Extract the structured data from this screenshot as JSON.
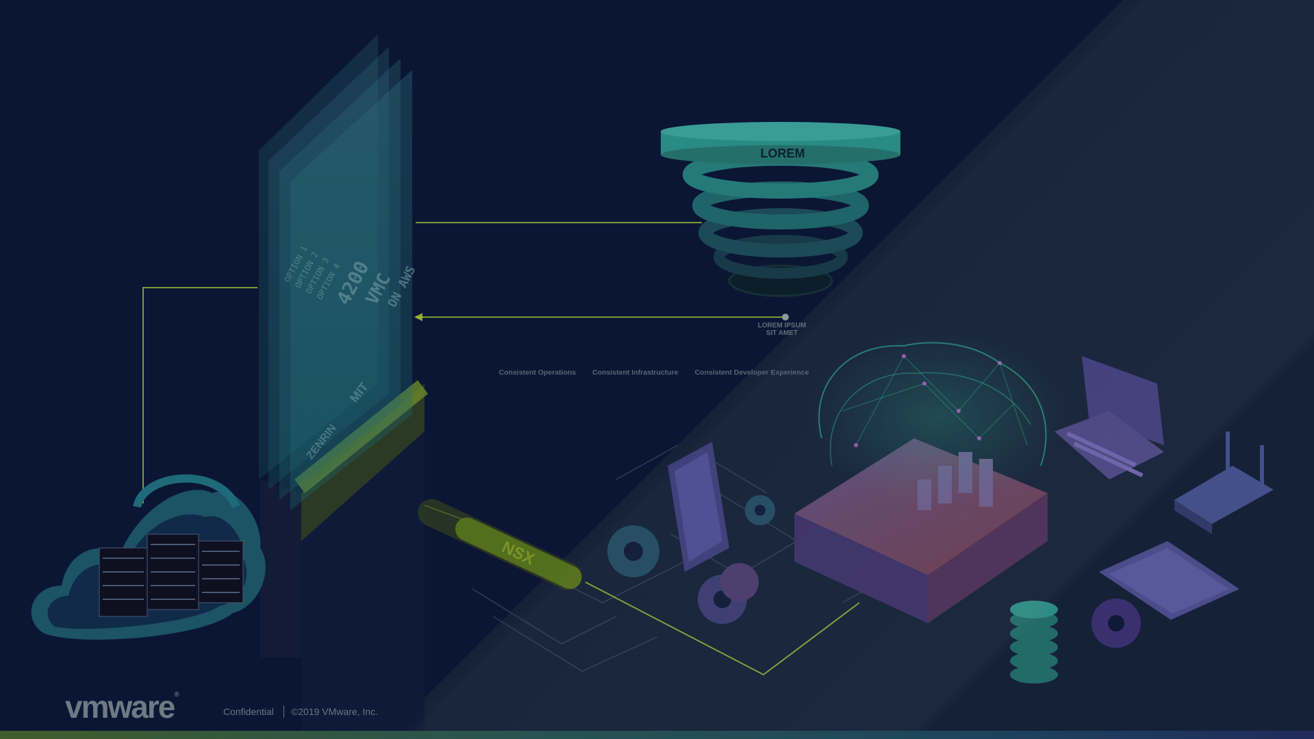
{
  "funnel": {
    "top_label": "LOREM"
  },
  "arrow_caption": {
    "line1": "LOREM IPSUM",
    "line2": "SIT AMET"
  },
  "pillars": [
    "Consistent Operations",
    "Consistent Infrastructure",
    "Consistent Developer Experience"
  ],
  "tower_pages": {
    "option_lines": [
      "OPTION 1",
      "OPTION 2",
      "OPTION 3",
      "OPTION 4"
    ],
    "big_lines": [
      "4200",
      "VMC",
      "ON AWS"
    ],
    "brand_marks": [
      "ZENRIN",
      "MIT"
    ]
  },
  "nsx_label": "NSX",
  "footer": {
    "logo": "vmware",
    "trademark": "®",
    "confidential": "Confidential",
    "copyright": "©2019 VMware, Inc."
  },
  "colors": {
    "background": "#0b1634",
    "accent_green": "#a6c83a",
    "teal": "#2f8f89",
    "purple": "#5a3f8a"
  }
}
